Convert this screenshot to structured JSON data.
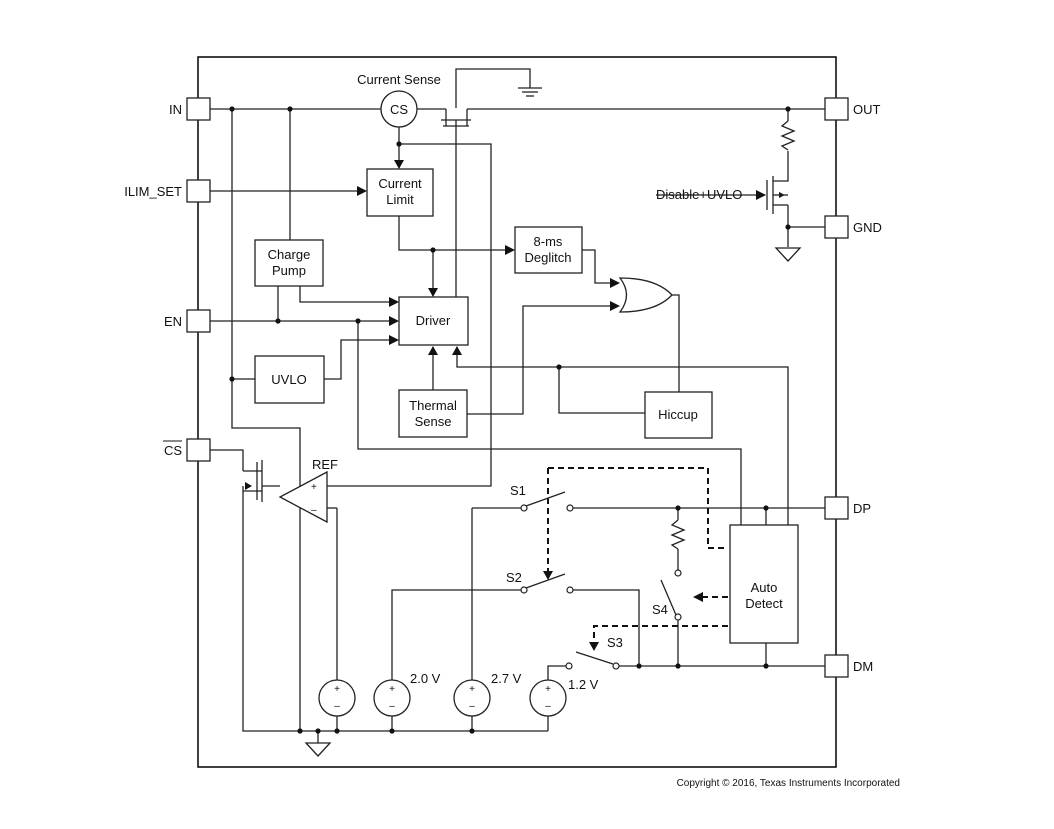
{
  "blocks": {
    "current_sense": "Current Sense",
    "cs_circle": "CS",
    "current_limit": [
      "Current",
      "Limit"
    ],
    "deglitch": [
      "8-ms",
      "Deglitch"
    ],
    "charge_pump": [
      "Charge",
      "Pump"
    ],
    "driver": "Driver",
    "uvlo": "UVLO",
    "thermal_sense": [
      "Thermal",
      "Sense"
    ],
    "hiccup": "Hiccup",
    "auto_detect": [
      "Auto",
      "Detect"
    ],
    "disable_uvlo": "Disable+UVLO",
    "ref": "REF"
  },
  "pins": {
    "in": "IN",
    "ilim_set": "ILIM_SET",
    "en": "EN",
    "cs_bar": "CS",
    "out": "OUT",
    "gnd": "GND",
    "dp": "DP",
    "dm": "DM"
  },
  "switches": {
    "s1": "S1",
    "s2": "S2",
    "s3": "S3",
    "s4": "S4"
  },
  "sources": {
    "v20": "2.0 V",
    "v27": "2.7 V",
    "v12": "1.2 V"
  },
  "symbols": {
    "plus": "+",
    "minus": "–"
  },
  "copyright": "Copyright © 2016, Texas Instruments Incorporated"
}
